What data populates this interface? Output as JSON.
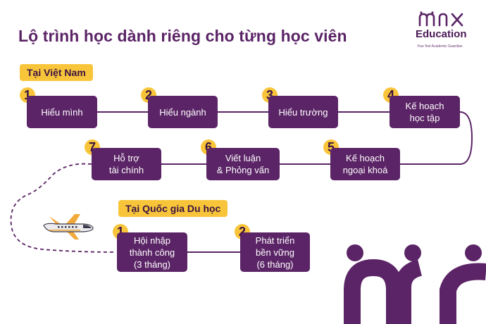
{
  "title": "Lộ trình học dành riêng cho từng học viên",
  "logo": {
    "word": "Education",
    "tagline": "Your first Academic Guardian",
    "mark_icon": "max-logo-mark",
    "brand_color": "#5b2466"
  },
  "sections": {
    "vietnam": "Tại Việt Nam",
    "abroad": "Tại Quốc gia Du học"
  },
  "steps_vietnam": [
    {
      "num": "1",
      "label": "Hiểu mình"
    },
    {
      "num": "2",
      "label": "Hiểu ngành"
    },
    {
      "num": "3",
      "label": "Hiểu trường"
    },
    {
      "num": "4",
      "label": "Kế hoạch\nhọc tập"
    },
    {
      "num": "5",
      "label": "Kế hoạch\nngoại khoá"
    },
    {
      "num": "6",
      "label": "Viết luận\n& Phỏng vấn"
    },
    {
      "num": "7",
      "label": "Hỗ trợ\ntài chính"
    }
  ],
  "steps_abroad": [
    {
      "num": "1",
      "label": "Hội nhập\nthành công\n(3 tháng)"
    },
    {
      "num": "2",
      "label": "Phát triển\nbền vững\n(6 tháng)"
    }
  ],
  "icons": {
    "airplane": "airplane-icon",
    "decor": "max-brand-mark-large"
  },
  "colors": {
    "purple": "#5b2466",
    "yellow": "#f8c53a"
  }
}
